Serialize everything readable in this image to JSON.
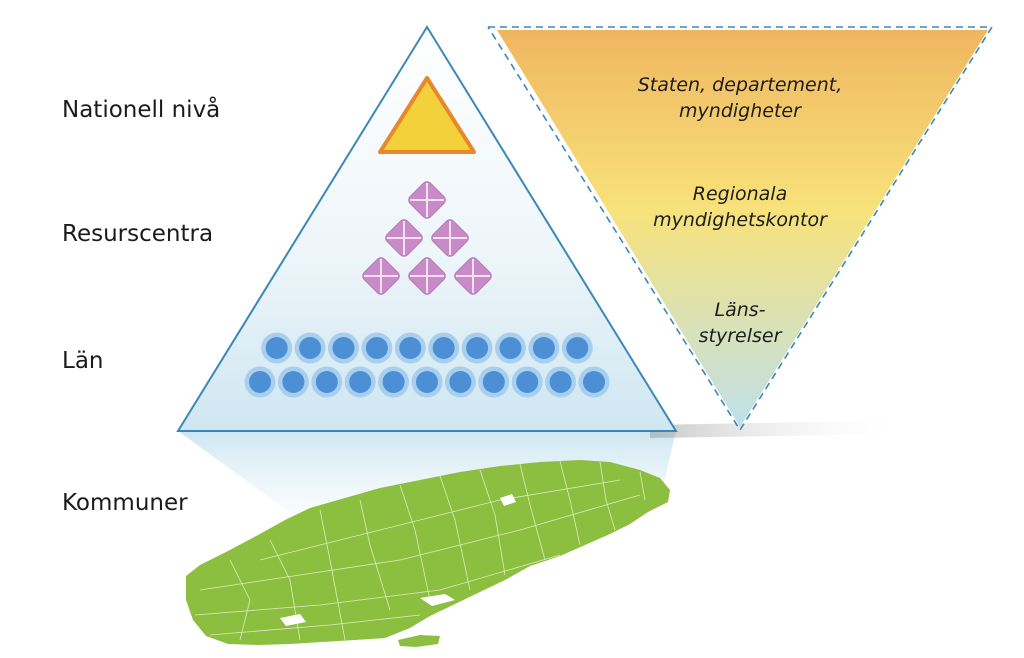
{
  "levels": [
    {
      "label": "Nationell nivå"
    },
    {
      "label": "Resurscentra"
    },
    {
      "label": "Län"
    },
    {
      "label": "Kommuner"
    }
  ],
  "inverted_triangle": {
    "texts": [
      {
        "line1": "Staten, departement,",
        "line2": "myndigheter"
      },
      {
        "line1": "Regionala",
        "line2": "myndighetskontor"
      },
      {
        "line1": "Läns-",
        "line2": "styrelser"
      }
    ]
  },
  "pyramid": {
    "diamond_rows": [
      1,
      2,
      3
    ],
    "circle_rows": [
      10,
      11
    ]
  },
  "colors": {
    "pyramid_edge": "#3b88b8",
    "national_fill": "#f3d13a",
    "national_stroke": "#e8882a",
    "diamond_fill": "#c98bc8",
    "diamond_line": "#f4e2f2",
    "circle_fill": "#4d8fd4",
    "circle_ring": "#a9cfee",
    "map_green": "#8cbf3f",
    "gradient_top": "#efb660",
    "gradient_mid": "#f8e27a",
    "gradient_bottom": "#bfe0ea"
  }
}
